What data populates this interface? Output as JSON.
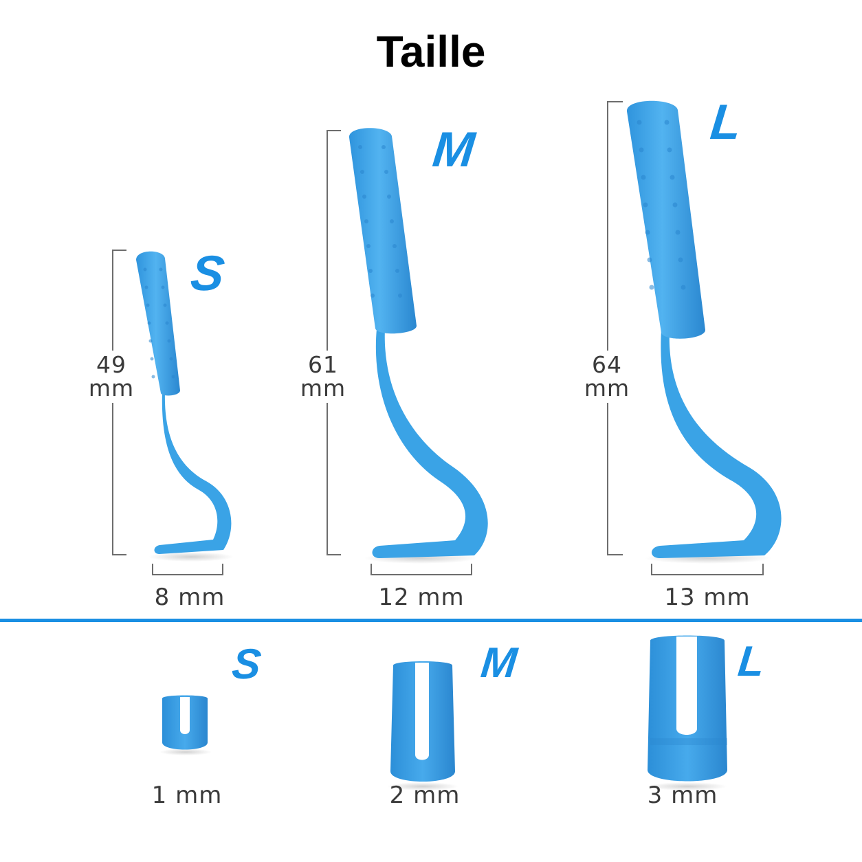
{
  "title": "Taille",
  "colors": {
    "accent": "#1a8fe3",
    "tool_blue": "#3aa3e6",
    "tool_shade": "#2180c9",
    "guide_gray": "#6d6d6d",
    "text_gray": "#3a3a3a"
  },
  "hooks": [
    {
      "size": "S",
      "height_value": "49",
      "height_unit": "mm",
      "width_label": "8 mm"
    },
    {
      "size": "M",
      "height_value": "61",
      "height_unit": "mm",
      "width_label": "12 mm"
    },
    {
      "size": "L",
      "height_value": "64",
      "height_unit": "mm",
      "width_label": "13 mm"
    }
  ],
  "tips": [
    {
      "size": "S",
      "label": "1 mm"
    },
    {
      "size": "M",
      "label": "2 mm"
    },
    {
      "size": "L",
      "label": "3 mm"
    }
  ]
}
